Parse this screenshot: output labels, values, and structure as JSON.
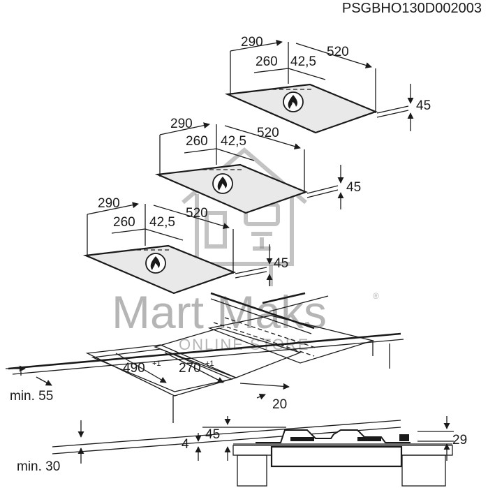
{
  "doc_code": "PSGBHO130D002003",
  "hobs": [
    {
      "width": "290",
      "depth": "520",
      "offset_a": "260",
      "offset_b": "42,5",
      "height": "45"
    },
    {
      "width": "290",
      "depth": "520",
      "offset_a": "260",
      "offset_b": "42,5",
      "height": "45"
    },
    {
      "width": "290",
      "depth": "520",
      "offset_a": "260",
      "offset_b": "42,5",
      "height": "45"
    }
  ],
  "cutout": {
    "depth": "490",
    "depth_tol": "+1",
    "width": "270",
    "width_tol": "+1",
    "edge": "20",
    "min_front": "min. 55",
    "min_worktop": "min. 30"
  },
  "side_view": {
    "clearance": "45",
    "base": "4",
    "height": "29"
  },
  "watermark": {
    "brand": "Mart Maks",
    "tagline": "ONLINE STORE",
    "reg": "®"
  },
  "icons": {
    "burner": "flame-icon",
    "watermark_house": "house-icon"
  }
}
